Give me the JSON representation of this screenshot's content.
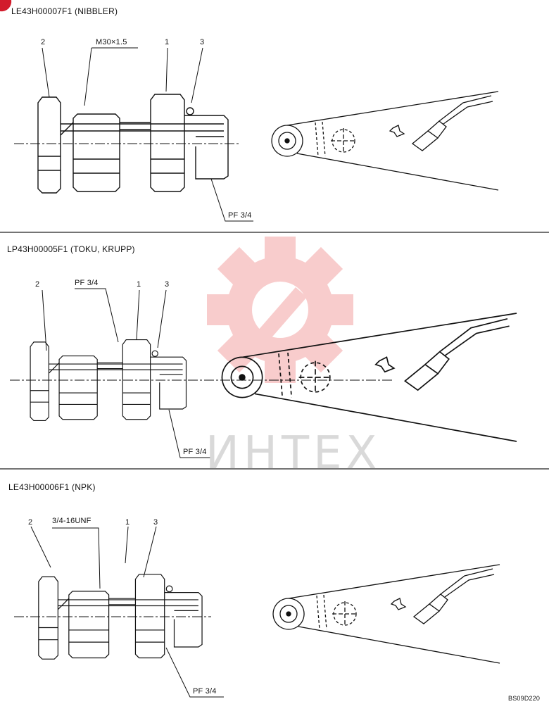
{
  "sections": [
    {
      "title": "LE43H00007F1 (NIBBLER)",
      "callouts": {
        "n1": "1",
        "n2": "2",
        "n3": "3",
        "thread": "M30×1.5",
        "port": "PF 3/4"
      }
    },
    {
      "title": "LP43H00005F1 (TOKU, KRUPP)",
      "callouts": {
        "n1": "1",
        "n2": "2",
        "n3": "3",
        "thread": "PF 3/4",
        "port": "PF 3/4"
      }
    },
    {
      "title": "LE43H00006F1 (NPK)",
      "callouts": {
        "n1": "1",
        "n2": "2",
        "n3": "3",
        "thread": "3/4-16UNF",
        "port": "PF 3/4"
      }
    }
  ],
  "watermark": "ИНТЕХ",
  "figure_code": "BS09D220",
  "colors": {
    "line": "#111111",
    "watermark": "#f4a3a3",
    "watermark_text": "#d9d9d9"
  },
  "icons": [
    "gear-wrench-watermark-icon",
    "flow-arrow-icon"
  ]
}
